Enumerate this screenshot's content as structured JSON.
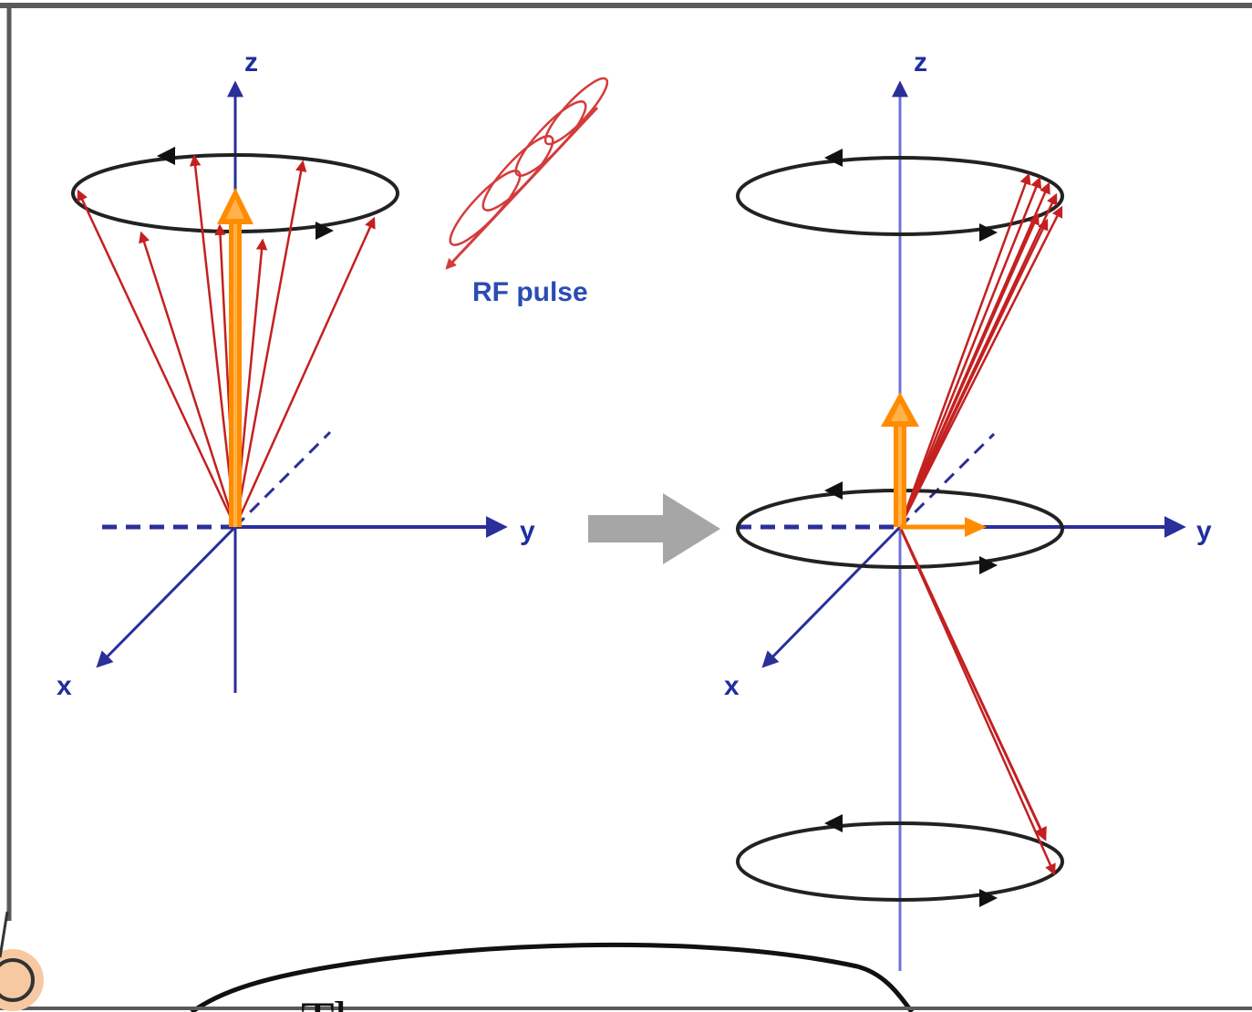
{
  "labels": {
    "left_z": "z",
    "left_y": "y",
    "left_x": "x",
    "right_z": "z",
    "right_y": "y",
    "right_x": "x",
    "rf_pulse": "RF pulse",
    "footer_partial": "Th"
  },
  "colors": {
    "frame": "#5a5a5a",
    "axis": "#2a2f9a",
    "axis_light": "#6f74d6",
    "spin_vector": "#c42020",
    "net_magnetization": "#ff8c00",
    "net_magnetization_light": "#ffb24a",
    "precession_ring": "#222222",
    "transition_arrow": "#a6a6a6",
    "rf_wave": "#d43c3c"
  }
}
